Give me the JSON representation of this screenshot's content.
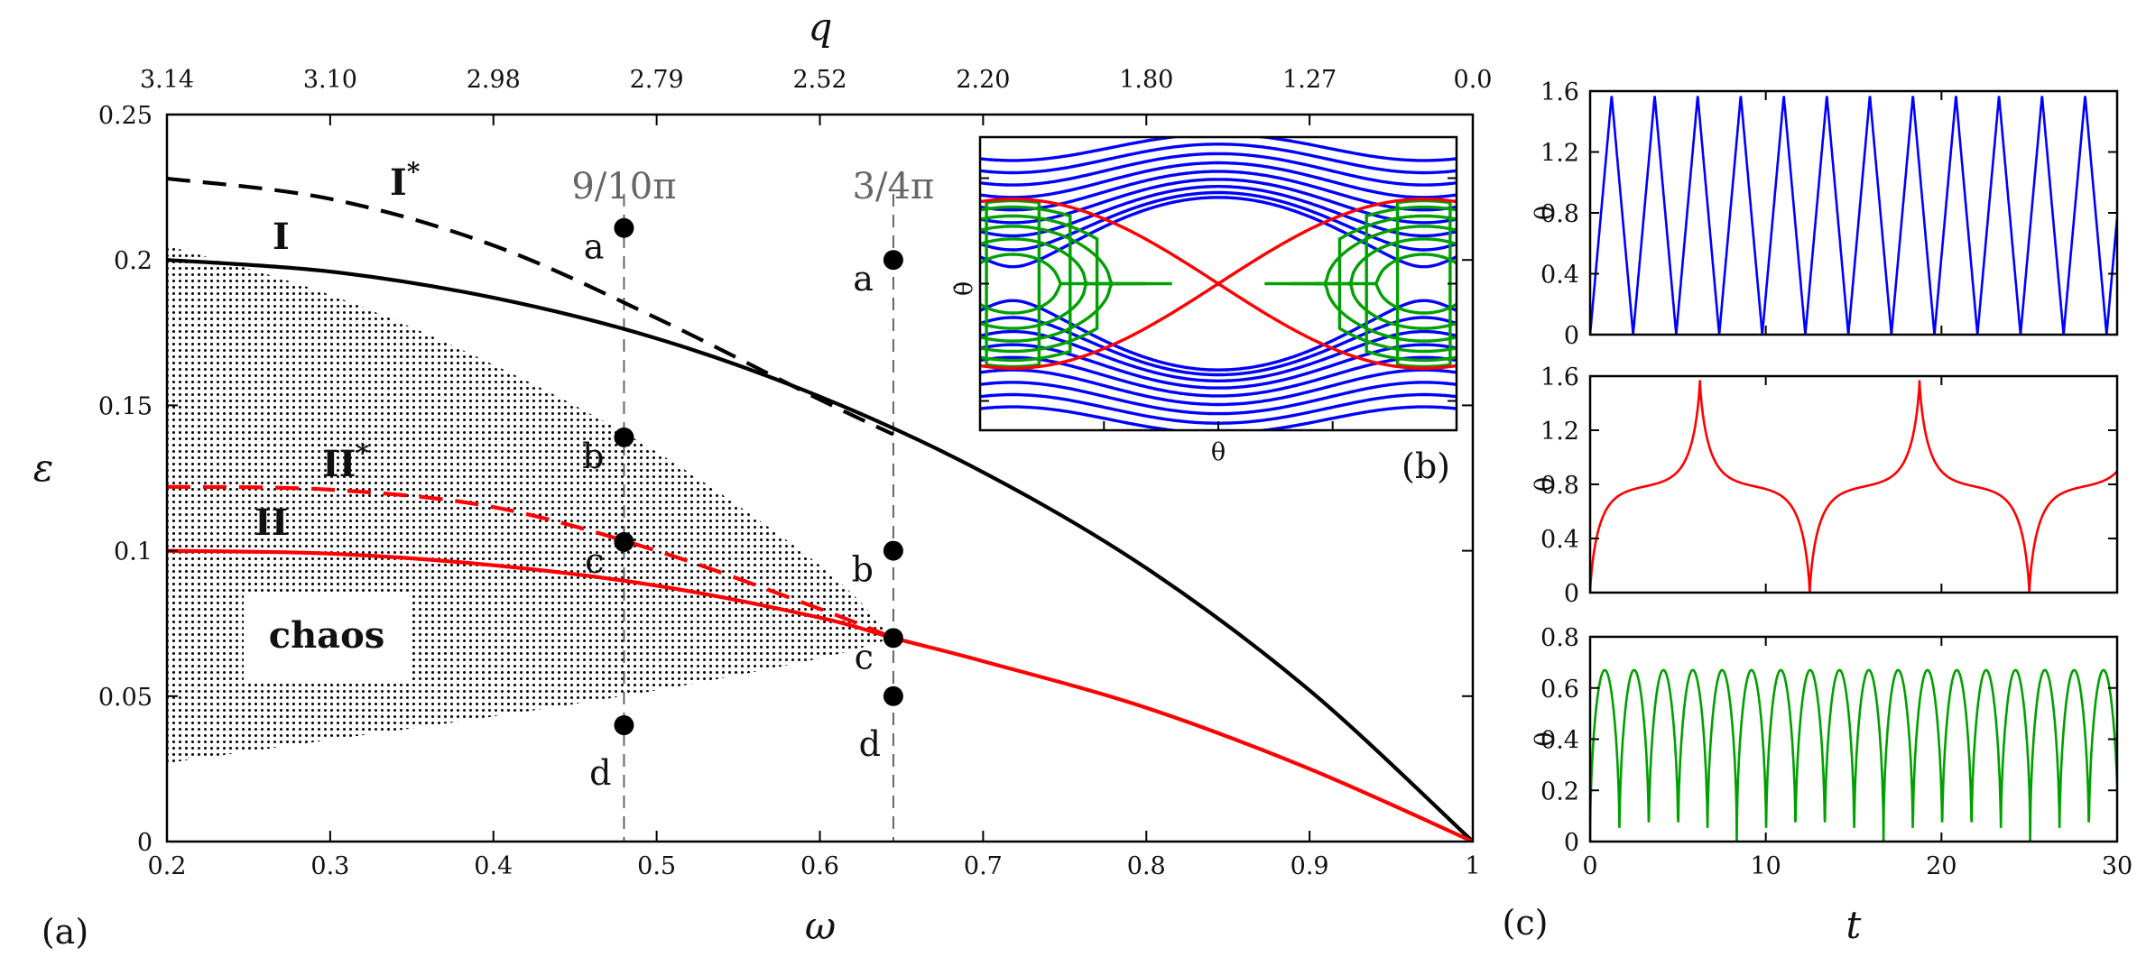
{
  "chart_data": [
    {
      "panel": "(a)",
      "type": "line",
      "xlabel": "ω",
      "ylabel": "ε",
      "top_xlabel": "q",
      "xlim": [
        0.2,
        1.0
      ],
      "ylim": [
        0,
        0.25
      ],
      "xticks": [
        0.2,
        0.3,
        0.4,
        0.5,
        0.6,
        0.7,
        0.8,
        0.9,
        1.0
      ],
      "xtick_labels": [
        "0.2",
        "0.3",
        "0.4",
        "0.5",
        "0.6",
        "0.7",
        "0.8",
        "0.9",
        "1"
      ],
      "yticks": [
        0,
        0.05,
        0.1,
        0.15,
        0.2,
        0.25
      ],
      "ytick_labels": [
        "0",
        "0.05",
        "0.1",
        "0.15",
        "0.2",
        "0.25"
      ],
      "top_ticks_omega": [
        0.2,
        0.3,
        0.4,
        0.5,
        0.6,
        0.7,
        0.8,
        0.9,
        1.0
      ],
      "top_tick_labels": [
        "3.14",
        "3.10",
        "2.98",
        "2.79",
        "2.52",
        "2.20",
        "1.80",
        "1.27",
        "0.0"
      ],
      "series": [
        {
          "name": "I",
          "style": "solid",
          "color": "#000000",
          "x": [
            0.2,
            0.3,
            0.4,
            0.5,
            0.6,
            0.7,
            0.8,
            0.9,
            1.0
          ],
          "y": [
            0.2,
            0.196,
            0.187,
            0.173,
            0.153,
            0.127,
            0.094,
            0.052,
            0.0
          ]
        },
        {
          "name": "I*",
          "style": "dashed",
          "color": "#000000",
          "x": [
            0.2,
            0.3,
            0.4,
            0.5,
            0.6,
            0.645
          ],
          "y": [
            0.228,
            0.221,
            0.205,
            0.18,
            0.152,
            0.14
          ]
        },
        {
          "name": "II",
          "style": "solid",
          "color": "#ff0000",
          "x": [
            0.2,
            0.3,
            0.4,
            0.5,
            0.6,
            0.645,
            0.7,
            0.8,
            0.9,
            1.0
          ],
          "y": [
            0.1,
            0.099,
            0.095,
            0.088,
            0.077,
            0.07,
            0.062,
            0.046,
            0.025,
            0.0
          ]
        },
        {
          "name": "II*",
          "style": "dashed",
          "color": "#ff0000",
          "x": [
            0.2,
            0.3,
            0.4,
            0.5,
            0.6,
            0.645
          ],
          "y": [
            0.122,
            0.121,
            0.115,
            0.1,
            0.08,
            0.07
          ]
        }
      ],
      "chaos_region": {
        "label": "chaos",
        "upper": {
          "x": [
            0.2,
            0.3,
            0.4,
            0.5,
            0.6,
            0.645
          ],
          "y": [
            0.205,
            0.188,
            0.164,
            0.134,
            0.095,
            0.07
          ]
        },
        "lower": {
          "x": [
            0.2,
            0.3,
            0.4,
            0.5,
            0.6,
            0.645
          ],
          "y": [
            0.027,
            0.035,
            0.043,
            0.052,
            0.063,
            0.07
          ]
        }
      },
      "vertical_lines": [
        {
          "x": 0.48,
          "label": "9/10π"
        },
        {
          "x": 0.645,
          "label": "3/4π"
        }
      ],
      "points": [
        {
          "x": 0.48,
          "y": 0.211,
          "label": "a"
        },
        {
          "x": 0.48,
          "y": 0.139,
          "label": "b"
        },
        {
          "x": 0.48,
          "y": 0.103,
          "label": "c"
        },
        {
          "x": 0.48,
          "y": 0.04,
          "label": "d"
        },
        {
          "x": 0.645,
          "y": 0.2,
          "label": "a"
        },
        {
          "x": 0.645,
          "y": 0.1,
          "label": "b"
        },
        {
          "x": 0.645,
          "y": 0.07,
          "label": "c"
        },
        {
          "x": 0.645,
          "y": 0.05,
          "label": "d"
        }
      ]
    },
    {
      "panel": "(b)",
      "type": "line",
      "description_note": "",
      "xlabel": "θ",
      "ylabel": "θ̇",
      "colors": {
        "rotating": "#0000ff",
        "separatrix": "#ff0000",
        "librating": "#00a000"
      }
    },
    {
      "panel": "(c)",
      "type": "line",
      "xlabel": "t",
      "ylabel": "θ",
      "xlim": [
        0,
        30
      ],
      "xticks": [
        0,
        10,
        20,
        30
      ],
      "xtick_labels": [
        "0",
        "10",
        "20",
        "30"
      ],
      "subplots": [
        {
          "color": "#0000ff",
          "ylim": [
            0,
            1.6
          ],
          "yticks": [
            0,
            0.4,
            0.8,
            1.2,
            1.6
          ],
          "ytick_labels": [
            "0",
            "0.4",
            "0.8",
            "1.2",
            "1.6"
          ],
          "amplitude": 1.571,
          "period": 2.45
        },
        {
          "color": "#ff0000",
          "ylim": [
            0,
            1.6
          ],
          "yticks": [
            0,
            0.4,
            0.8,
            1.2,
            1.6
          ],
          "ytick_labels": [
            "0",
            "0.4",
            "0.8",
            "1.2",
            "1.6"
          ],
          "plateau": 0.785,
          "period": 12.5
        },
        {
          "color": "#00a000",
          "ylim": [
            0,
            0.8
          ],
          "yticks": [
            0,
            0.2,
            0.4,
            0.6,
            0.8
          ],
          "ytick_labels": [
            "0",
            "0.2",
            "0.4",
            "0.6",
            "0.8"
          ],
          "amplitude": 0.67,
          "period": 1.67
        }
      ]
    }
  ]
}
